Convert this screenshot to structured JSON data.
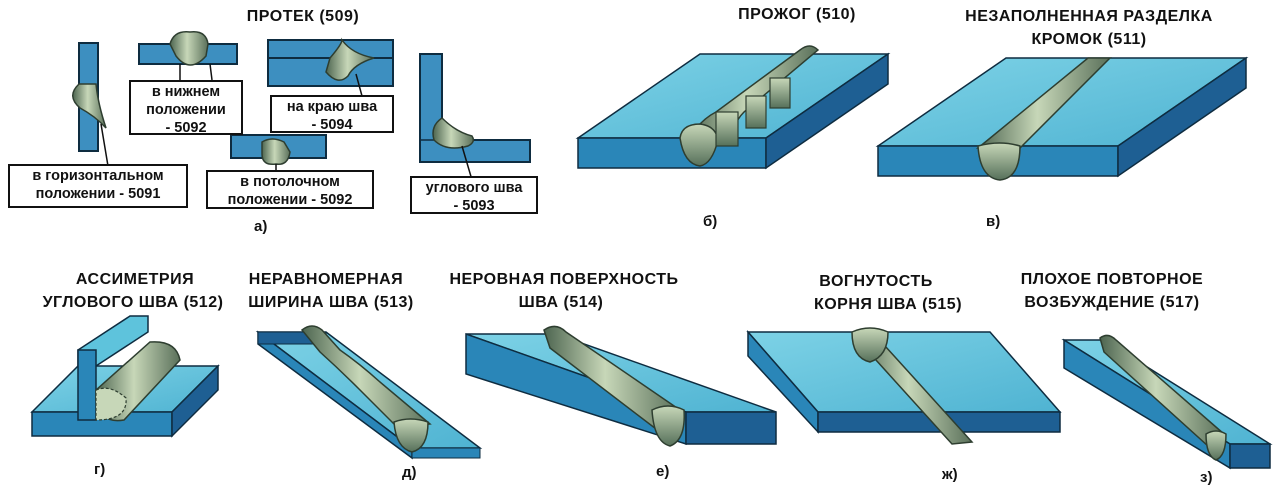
{
  "titles": {
    "t509": "ПРОТЕК (509)",
    "t510": "ПРОЖОГ (510)",
    "t511_l1": "НЕЗАПОЛНЕННАЯ РАЗДЕЛКА",
    "t511_l2": "КРОМОК  (511)",
    "t512_l1": "АССИМЕТРИЯ",
    "t512_l2": "УГЛОВОГО ШВА (512)",
    "t513_l1": "НЕРАВНОМЕРНАЯ",
    "t513_l2": "ШИРИНА ШВА (513)",
    "t514_l1": "НЕРОВНАЯ  ПОВЕРХНОСТЬ",
    "t514_l2": "ШВА  (514)",
    "t515_l1": "ВОГНУТОСТЬ",
    "t515_l2": "КОРНЯ ШВА (515)",
    "t517_l1": "ПЛОХОЕ ПОВТОРНОЕ",
    "t517_l2": "ВОЗБУЖДЕНИЕ  (517)"
  },
  "labels": {
    "l5091_1": "в горизонтальном",
    "l5091_2": "положении - 5091",
    "l5092a_1": "в нижнем",
    "l5092a_2": "положении",
    "l5092a_3": "- 5092",
    "l5094_1": "на краю шва",
    "l5094_2": "- 5094",
    "l5092b_1": "в потолочном",
    "l5092b_2": "положении - 5092",
    "l5093_1": "углового шва",
    "l5093_2": "- 5093"
  },
  "letters": {
    "a": "а)",
    "b": "б)",
    "v": "в)",
    "g": "г)",
    "d": "д)",
    "e": "е)",
    "zh": "ж)",
    "z": "з)"
  },
  "colors": {
    "plate_top": "#5ec3dc",
    "plate_side": "#2a86b8",
    "plate_dark": "#1e5f93",
    "weld": "#8fa882",
    "weld_light": "#c3d3b4",
    "weld_dark": "#3e5040",
    "outline": "#0e2c40"
  }
}
